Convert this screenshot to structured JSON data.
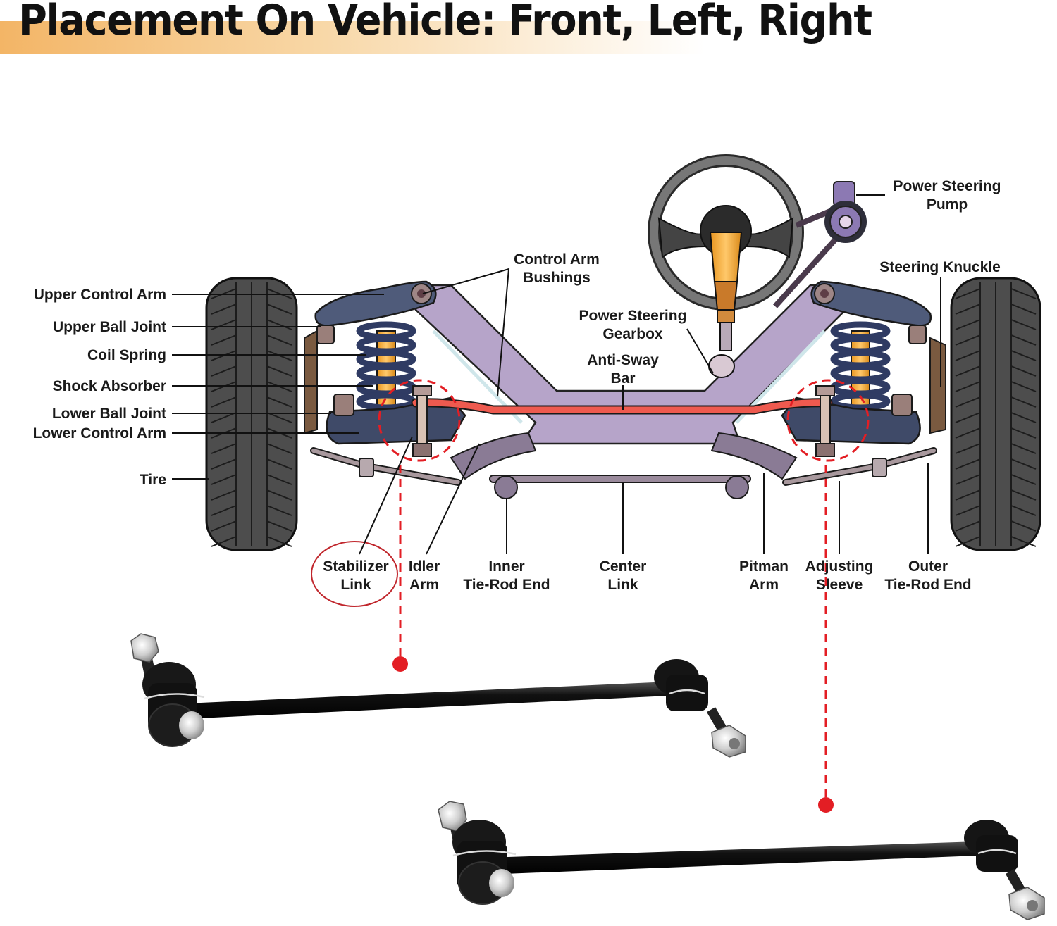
{
  "title": "Placement On Vehicle: Front, Left, Right",
  "colors": {
    "banner_start": "#f3b566",
    "highlight_red": "#e31e24",
    "anti_sway_bar": "#ee5a4f",
    "frame_purple": "#b6a4c9",
    "arm_navy": "#4a5575",
    "spring_navy": "#2f3b63",
    "shock_orange": "#f2a93b",
    "knuckle_brown": "#7a5a40",
    "tire_gray": "#555555"
  },
  "left_labels": [
    {
      "text": "Upper Control Arm"
    },
    {
      "text": "Upper Ball Joint"
    },
    {
      "text": "Coil Spring"
    },
    {
      "text": "Shock Absorber"
    },
    {
      "text": "Lower Ball Joint"
    },
    {
      "text": "Lower Control Arm"
    },
    {
      "text": "Tire"
    }
  ],
  "top_labels": {
    "control_arm_bushings": [
      "Control Arm",
      "Bushings"
    ],
    "power_steering_gearbox": [
      "Power Steering",
      "Gearbox"
    ],
    "anti_sway_bar": [
      "Anti-Sway",
      "Bar"
    ],
    "power_steering_pump": [
      "Power Steering",
      "Pump"
    ],
    "steering_knuckle": "Steering Knuckle"
  },
  "bottom_labels": [
    {
      "line1": "Stabilizer",
      "line2": "Link",
      "highlighted": true
    },
    {
      "line1": "Idler",
      "line2": "Arm"
    },
    {
      "line1": "Inner",
      "line2": "Tie-Rod End"
    },
    {
      "line1": "Center",
      "line2": "Link"
    },
    {
      "line1": "Pitman",
      "line2": "Arm"
    },
    {
      "line1": "Adjusting",
      "line2": "Sleeve"
    },
    {
      "line1": "Outer",
      "line2": "Tie-Rod End"
    }
  ],
  "products": [
    {
      "name": "stabilizer-link-left",
      "position": "left"
    },
    {
      "name": "stabilizer-link-right",
      "position": "right"
    }
  ]
}
